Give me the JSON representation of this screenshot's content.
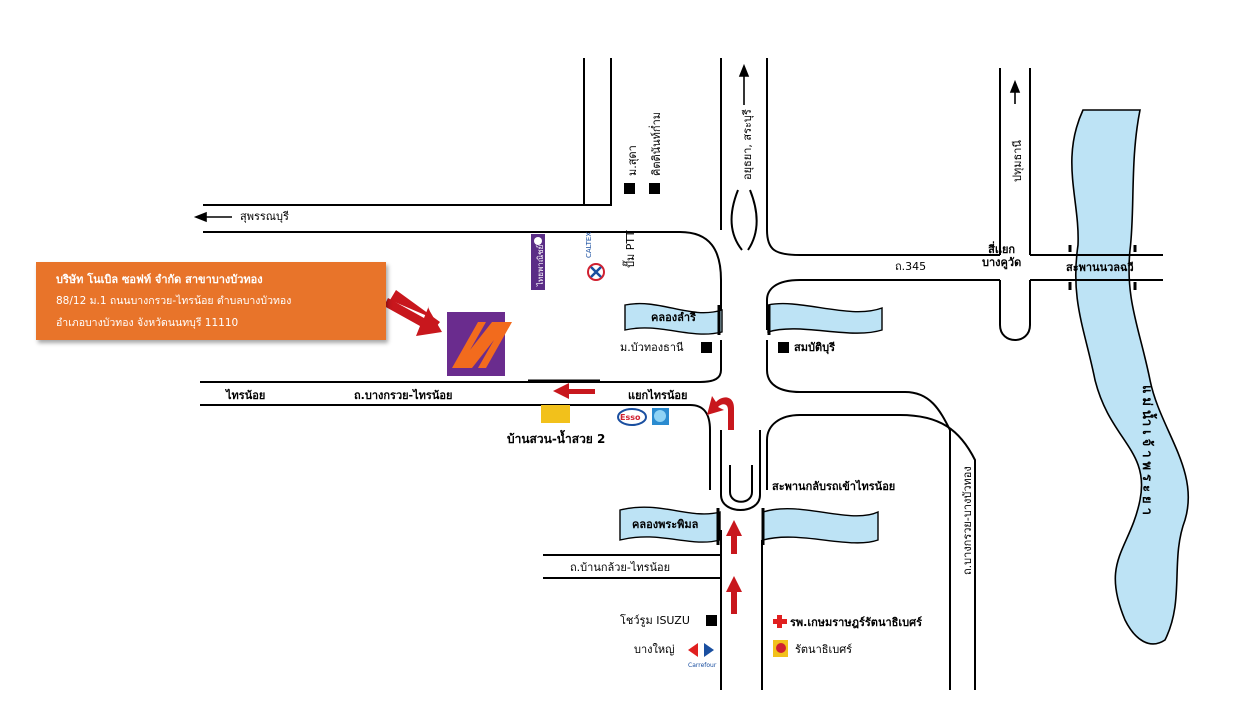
{
  "colors": {
    "water": "#BDE3F5",
    "water_outline": "#000000",
    "road": "#000000",
    "arrow": "#C8171D",
    "company_box": "#E8742A",
    "logo_purple": "#6A2C8E",
    "logo_orange": "#F26B1D",
    "landmark_yellow": "#F2C11B"
  },
  "company": {
    "name": "บริษัท โนเบิล ซอฟท์ จำกัด สาขาบางบัวทอง",
    "address_line1": "88/12 ม.1 ถนนบางกรวย-ไทรน้อย ตำบลบางบัวทอง",
    "address_line2": "อำเภอบางบัวทอง จังหวัดนนทบุรี  11110"
  },
  "roads": {
    "suphanburi": "สุพรรณบุรี",
    "sainoi": "ไทรน้อย",
    "bangkruai_sainoi": "ถ.บางกรวย-ไทรน้อย",
    "ayutthaya": "อยุธยา, สระบุรี",
    "pathumthani": "ปทุมธานี",
    "road_345": "ถ.345",
    "bangkruai_bangbuathong": "ถ.บางกรวย-บางบัวทอง",
    "bankluai_sainoi": "ถ.บ้านกล้วย-ไทรน้อย"
  },
  "places": {
    "m_suda": "ม.สุดา",
    "kittinan": "คิตตินันท์ก่ำม",
    "pump_ptt": "ปั๊ม PTT",
    "caltex": "CALTEX",
    "thai_panich": "ไทยพาณิชย์",
    "khlong_lamri": "คลองลำรี",
    "m_buathong_thani": "ม.บัวทองธานี",
    "sombatburi": "สมบัติบุรี",
    "si_yaek_bangkuwat": "สี่แยก\nบางคูวัด",
    "saphan_nawalchawee": "สะพานนวลฉวี",
    "yaek_sainoi": "แยกไทรน้อย",
    "esso": "Esso",
    "ban_suan": "บ้านสวน-น้ำสวย 2",
    "u_turn_bridge": "สะพานกลับรถเข้าไทรน้อย",
    "khlong_phrapimol": "คลองพระพิมล",
    "isuzu": "โชว์รูม ISUZU",
    "bangyai": "บางใหญ่",
    "carrefour": "Carrefour",
    "hospital": "รพ.เกษมราษฎร์รัตนาธิเบศร์",
    "rattanathibet": "รัตนาธิเบศร์",
    "river": "แม่น้ำเจ้าพระยา"
  },
  "icons": {
    "logo": "noble-soft-logo",
    "arrow_right": "arrow-right-icon",
    "arrow_left": "arrow-left-icon",
    "arrow_up": "arrow-up-icon",
    "hospital_cross": "red-cross-icon"
  }
}
